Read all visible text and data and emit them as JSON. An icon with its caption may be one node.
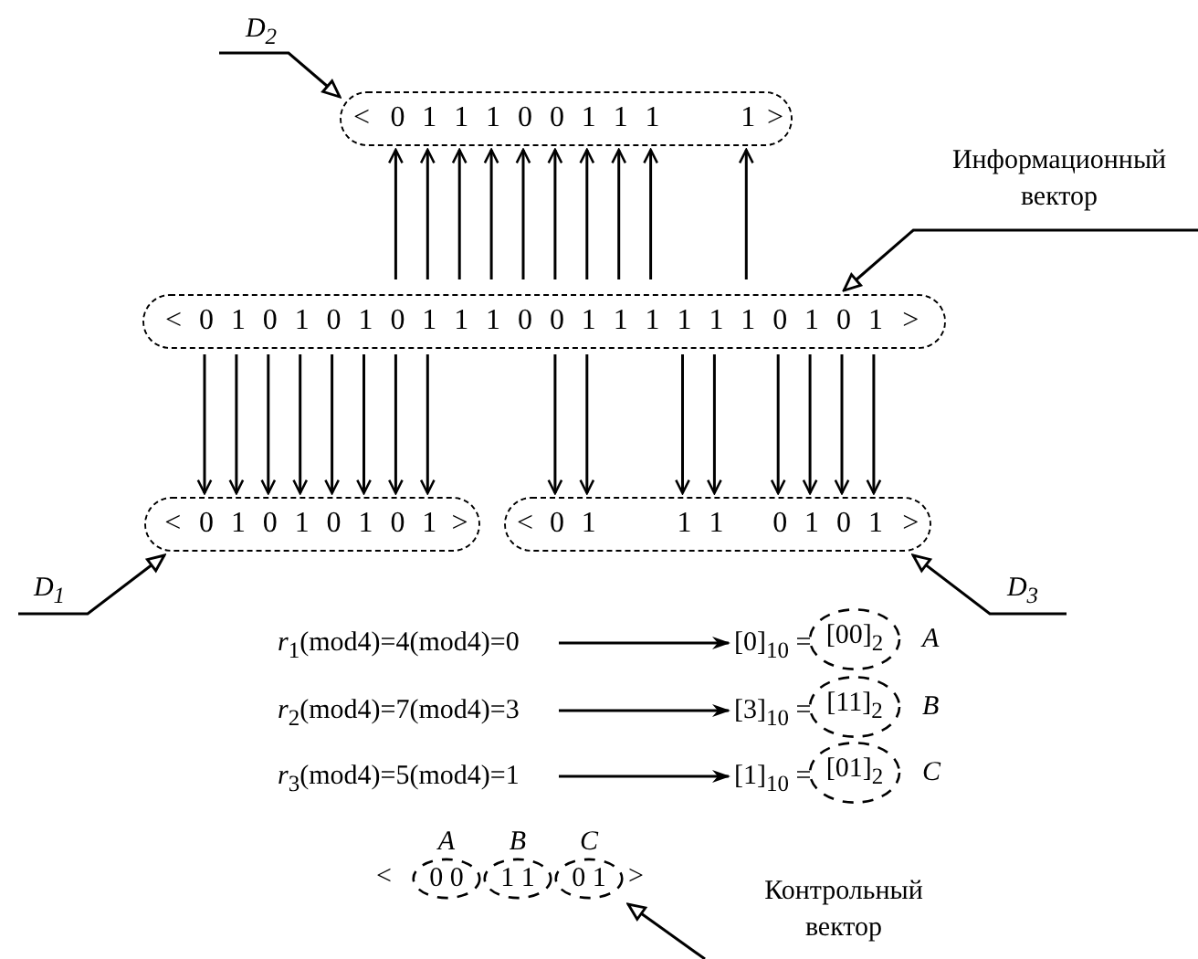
{
  "diagram": {
    "nodes": [
      {
        "text": [
          "*D*$_{2}$"
        ]
      },
      {
        "text": [
          "< 0 1 1 1 0 0 1 1 1 1 >"
        ]
      },
      {
        "text": [
          "Информационный вектор"
        ]
      },
      {
        "text": [
          "< 0 1 0 1 0 1 0 1 1 1 0 0 1 1 1 1 1 1 0 1 0 1 >"
        ]
      },
      {
        "text": [
          "< 0 1 0 1 0 1 0 1 >"
        ]
      },
      {
        "text": [
          "< 0 1 1 1 0 1 0 1 >"
        ]
      },
      {
        "text": [
          "*D*$_{1}$"
        ]
      },
      {
        "text": [
          "*D*$_{3}$"
        ]
      },
      {
        "text": [
          "*r*$_{1}$(mod4)=4(mod4)=0"
        ]
      },
      {
        "text": [
          "[0]$_{10}$ ="
        ]
      },
      {
        "text": [
          "[00]$_{2}$"
        ],
        "beside": [
          "A"
        ]
      },
      {
        "text": [
          "*r*$_{2}$(mod4)=7(mod4)=3"
        ]
      },
      {
        "text": [
          "[3]$_{10}$ ="
        ]
      },
      {
        "text": [
          "[11]$_{2}$"
        ],
        "beside": [
          "B"
        ]
      },
      {
        "text": [
          "*r*$_{3}$(mod4)=5(mod4)=1"
        ]
      },
      {
        "text": [
          "[1]$_{10}$ ="
        ]
      },
      {
        "text": [
          "[01]$_{2}$"
        ],
        "beside": [
          "C"
        ]
      },
      {
        "text": [
          "A",
          "0 0"
        ]
      },
      {
        "text": [
          "B",
          "1 1"
        ]
      },
      {
        "text": [
          "C",
          "0 1"
        ]
      },
      {
        "text": [
          "Контрольный вектор"
        ]
      }
    ],
    "edges": [
      {
        "from": 0,
        "to": 1,
        "arrow": "to"
      },
      {
        "from": 3,
        "to": 1,
        "arrow": "to"
      },
      {
        "from": 3,
        "to": 1,
        "arrow": "to"
      },
      {
        "from": 3,
        "to": 1,
        "arrow": "to"
      },
      {
        "from": 3,
        "to": 1,
        "arrow": "to"
      },
      {
        "from": 3,
        "to": 1,
        "arrow": "to"
      },
      {
        "from": 3,
        "to": 1,
        "arrow": "to"
      },
      {
        "from": 3,
        "to": 1,
        "arrow": "to"
      },
      {
        "from": 3,
        "to": 1,
        "arrow": "to"
      },
      {
        "from": 3,
        "to": 1,
        "arrow": "to"
      },
      {
        "from": 3,
        "to": 1,
        "arrow": "to"
      },
      {
        "from": 2,
        "to": 3,
        "arrow": "to"
      },
      {
        "from": 3,
        "to": 4,
        "arrow": "to"
      },
      {
        "from": 3,
        "to": 4,
        "arrow": "to"
      },
      {
        "from": 3,
        "to": 4,
        "arrow": "to"
      },
      {
        "from": 3,
        "to": 4,
        "arrow": "to"
      },
      {
        "from": 3,
        "to": 4,
        "arrow": "to"
      },
      {
        "from": 3,
        "to": 4,
        "arrow": "to"
      },
      {
        "from": 3,
        "to": 4,
        "arrow": "to"
      },
      {
        "from": 3,
        "to": 4,
        "arrow": "to"
      },
      {
        "from": 3,
        "to": 5,
        "arrow": "to"
      },
      {
        "from": 3,
        "to": 5,
        "arrow": "to"
      },
      {
        "from": 3,
        "to": 5,
        "arrow": "to"
      },
      {
        "from": 3,
        "to": 5,
        "arrow": "to"
      },
      {
        "from": 3,
        "to": 5,
        "arrow": "to"
      },
      {
        "from": 3,
        "to": 5,
        "arrow": "to"
      },
      {
        "from": 3,
        "to": 5,
        "arrow": "to"
      },
      {
        "from": 3,
        "to": 5,
        "arrow": "to"
      },
      {
        "from": 6,
        "to": 4,
        "arrow": "to"
      },
      {
        "from": 7,
        "to": 5,
        "arrow": "to"
      },
      {
        "from": 8,
        "to": 9,
        "arrow": "to"
      },
      {
        "from": 11,
        "to": 12,
        "arrow": "to"
      },
      {
        "from": 14,
        "to": 15,
        "arrow": "to"
      },
      {
        "from": 20,
        "to": 19,
        "arrow": "to"
      }
    ],
    "labels": [
      "<",
      ">"
    ]
  }
}
